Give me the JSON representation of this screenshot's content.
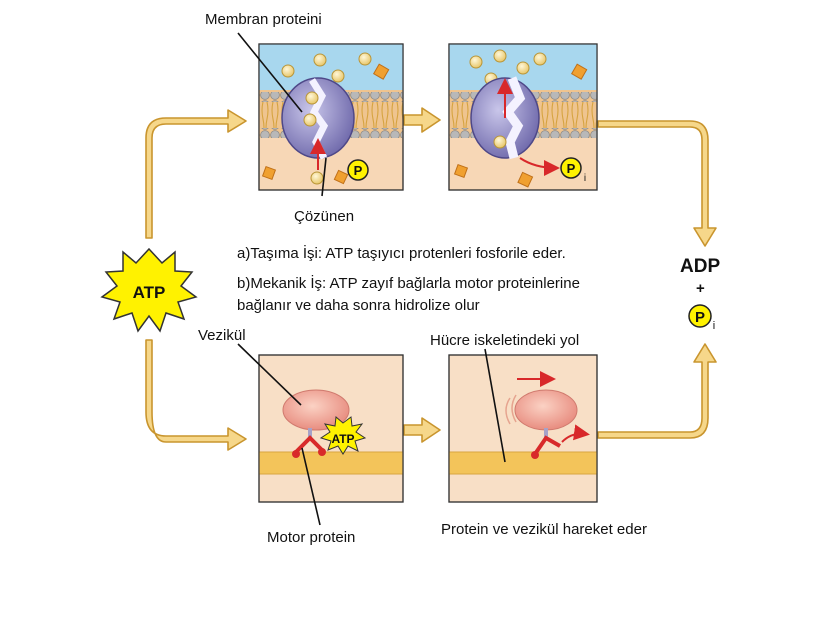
{
  "labels": {
    "membrane_protein": "Membran proteini",
    "solute": "Çözünen",
    "transport_work": "a)Taşıma İşi: ATP taşıyıcı protenleri fosforile eder.",
    "mechanical_work_line1": "b)Mekanik İş: ATP zayıf bağlarla motor proteinlerine",
    "mechanical_work_line2": "bağlanır ve daha sonra hidrolize olur",
    "vesicle": "Vezikül",
    "cytoskeleton_track": "Hücre iskeletindeki yol",
    "motor_protein": "Motor protein",
    "movement": "Protein ve vezikül hareket eder"
  },
  "atp": {
    "main": "ATP",
    "small": "ATP"
  },
  "products": {
    "adp": "ADP",
    "plus": "+",
    "pi_letter": "P",
    "pi_sub": "i"
  },
  "phosphate": {
    "letter": "P",
    "sub": "i"
  },
  "colors": {
    "arrow_fill": "#f6d78a",
    "arrow_stroke": "#c9952e",
    "panel_top_bg": "#a9d8ef",
    "panel_bottom_bg": "#f6d8ba",
    "membrane_head": "#b5b5b5",
    "protein": "#7d77b6",
    "solute": "#f3dc8e",
    "atp_star": "#fff200",
    "red_arrow": "#d8282a"
  }
}
